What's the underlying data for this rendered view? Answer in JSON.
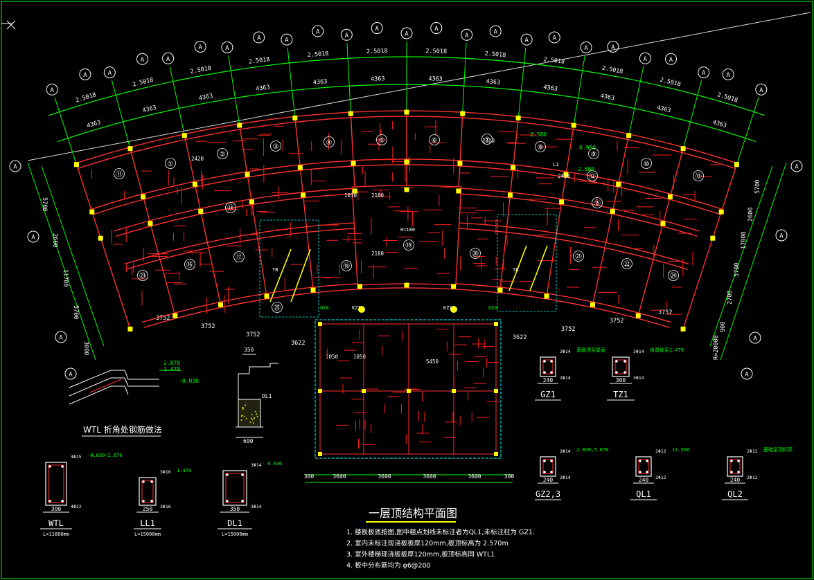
{
  "drawing": {
    "title": "一层顶结构平面图",
    "notes": [
      "1. 楼板板底按图,图中粗点划线未标注者为QL1,未标注柱为 GZ1.",
      "2. 室内未标注现浇板板厚120mm,板顶标高为 2.570m",
      "3. 室外楼梯现浇板板厚120mm,板顶标高同 WTL1",
      "4. 板中分布筋均为 φ6@200"
    ]
  },
  "axis": {
    "bubble_label": "A",
    "outer_spacing": "2.5018",
    "inner_spacing": "4363",
    "left_dims": [
      "5700",
      "2600",
      "11700",
      "5700",
      "3000"
    ],
    "right_dims": [
      "5700",
      "2600",
      "17000",
      "5700",
      "2700",
      "900",
      "R=20000"
    ],
    "bottom_dims_left": [
      "3752",
      "3752",
      "3752",
      "3622"
    ],
    "bottom_dims_right": [
      "3622",
      "3752",
      "3752",
      "3752"
    ],
    "stair_dims": [
      "300",
      "3600",
      "3600",
      "3600",
      "3600",
      "300"
    ]
  },
  "rooms": [
    "①",
    "②",
    "③",
    "④",
    "⑤",
    "⑥",
    "⑦",
    "⑧",
    "⑨",
    "⑩",
    "⑪",
    "⑫",
    "⑬",
    "⑭",
    "⑮",
    "⑯",
    "⑰",
    "⑱",
    "⑲",
    "⑳",
    "㉑",
    "㉒",
    "㉓",
    "㉔",
    "㉕"
  ],
  "plan_labels": {
    "zone_h": "H=180",
    "l1": "L1",
    "tb": "TB",
    "kz1": "KZ1",
    "gz4": "GZ4",
    "elev_2580": "2.580",
    "elev_0980": "0.980",
    "dim_2180": "2180",
    "dim_1030": "1030",
    "dim_1320": "1320",
    "dim_2420": "2420",
    "dim_1050": "1050",
    "dim_5450": "5450"
  },
  "details": {
    "wtl_title": "WTL 折角处钢筋做法",
    "wtl_elev": [
      "2.870",
      "1.470"
    ],
    "wtl_sub": "-0.030",
    "dl1_dim": "350",
    "dl1_base": "600",
    "dl1_label": "DL1",
    "sections": [
      {
        "name": "WTL",
        "width": "300",
        "sub": "L=11680mm",
        "top": "4Φ25",
        "bot": "4Φ22",
        "elev": "-0.030~2.670"
      },
      {
        "name": "LL1",
        "width": "250",
        "sub": "L=15000mm",
        "top": "3Φ16",
        "bot": "3Φ16",
        "elev": "1.470"
      },
      {
        "name": "DL1",
        "width": "350",
        "sub": "L=15000mm",
        "top": "3Φ14",
        "bot": "3Φ14",
        "elev": "0.030"
      },
      {
        "name": "GZ1",
        "width": "240",
        "top": "2Φ14",
        "bot": "2Φ14",
        "elev": "基础顶至屋面"
      },
      {
        "name": "TZ1",
        "width": "300",
        "top": "3Φ14",
        "bot": "3Φ14",
        "elev": "自基础至1.470"
      },
      {
        "name": "GZ2,3",
        "width": "240",
        "top": "2Φ14",
        "bot": "2Φ14",
        "elev": "2.870,5.870"
      },
      {
        "name": "QL1",
        "width": "240",
        "top": "2Φ12",
        "bot": "2Φ12",
        "elev": "13.500"
      },
      {
        "name": "QL2",
        "width": "240",
        "top": "2Φ12",
        "bot": "2Φ12",
        "elev": "基础梁顶标高"
      }
    ]
  }
}
